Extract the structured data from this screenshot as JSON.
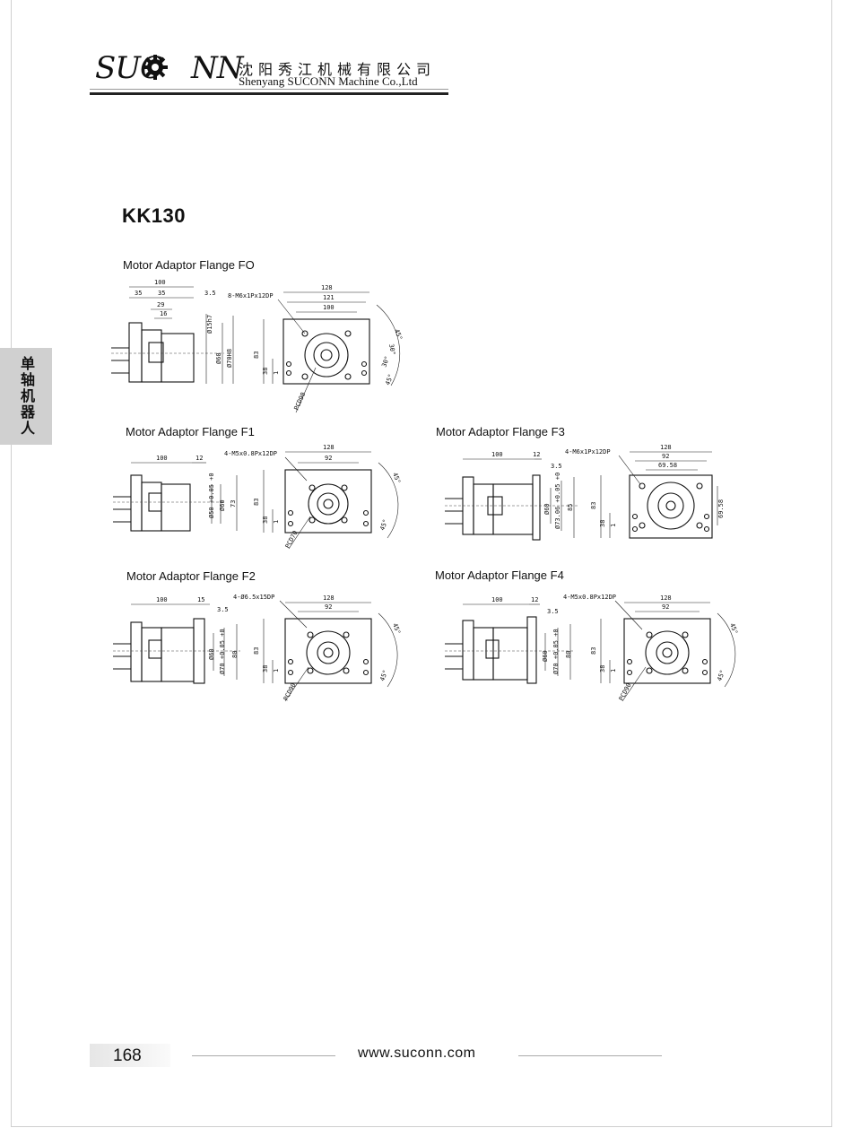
{
  "header": {
    "logo_text": "SUC",
    "logo_text_end": "NN",
    "company_cn": "沈阳秀江机械有限公司",
    "company_en": "Shenyang SUCONN Machine Co.,Ltd"
  },
  "side_tab": {
    "label": "单轴机器人"
  },
  "model": "KK130",
  "figures": [
    {
      "label": "Motor Adaptor Flange FO",
      "side_dims": [
        "100",
        "35",
        "35",
        "3.5",
        "29",
        "16",
        "Ø15h7",
        "Ø60",
        "Ø70H8"
      ],
      "front_dims": [
        "128",
        "121",
        "100",
        "8-M6x1Px12DP",
        "83",
        "38",
        "1",
        "45°",
        "30°",
        "30°",
        "45°",
        "PCD90"
      ]
    },
    {
      "label": "Motor Adaptor Flange F1",
      "side_dims": [
        "100",
        "12",
        "Ø50 +0.05 +0",
        "Ø60",
        "73"
      ],
      "front_dims": [
        "128",
        "92",
        "4-M5x0.8Px12DP",
        "83",
        "38",
        "1",
        "45°",
        "45°",
        "PCD70"
      ]
    },
    {
      "label": "Motor Adaptor Flange F3",
      "side_dims": [
        "100",
        "12",
        "3.5",
        "Ø60",
        "Ø73.06 +0.05 +0",
        "85"
      ],
      "front_dims": [
        "128",
        "92",
        "69.58",
        "4-M6x1Px12DP",
        "83",
        "38",
        "1",
        "69.58"
      ]
    },
    {
      "label": "Motor Adaptor Flange F2",
      "side_dims": [
        "100",
        "15",
        "3.5",
        "Ø60",
        "Ø70 +0.05 +0",
        "80"
      ],
      "front_dims": [
        "128",
        "92",
        "4-Ø6.5x15DP",
        "83",
        "38",
        "1",
        "45°",
        "45°",
        "PCD90"
      ]
    },
    {
      "label": "Motor Adaptor Flange F4",
      "side_dims": [
        "100",
        "12",
        "3.5",
        "Ø60",
        "Ø70 +0.05 +0",
        "80"
      ],
      "front_dims": [
        "128",
        "92",
        "4-M5x0.8Px12DP",
        "83",
        "38",
        "1",
        "45°",
        "45°",
        "PCD90"
      ]
    }
  ],
  "footer": {
    "page_number": "168",
    "website": "www.suconn.com"
  }
}
